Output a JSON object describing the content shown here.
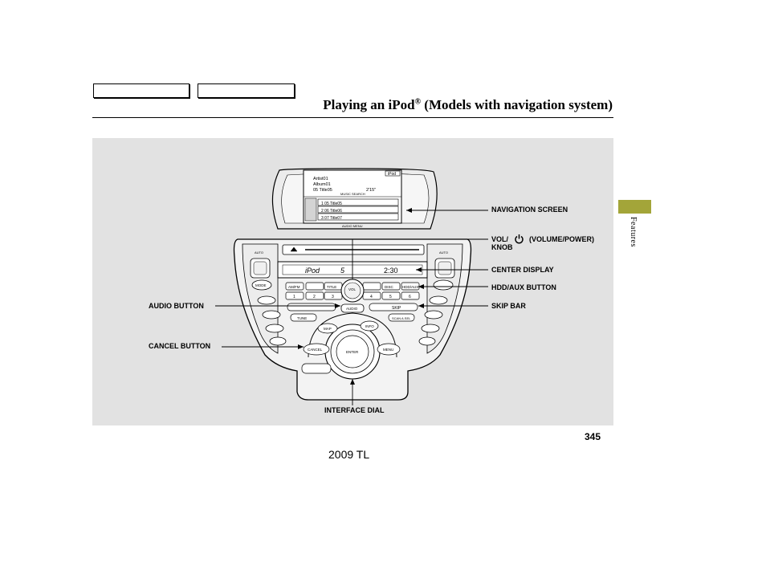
{
  "header": {
    "title_main": "Playing an iPod",
    "title_mark": "®",
    "title_suffix": " (Models with navigation system)"
  },
  "side_tab": {
    "label": "Features"
  },
  "callouts": {
    "navigation_screen": "NAVIGATION SCREEN",
    "vol_prefix": "VOL/",
    "vol_suffix": "(VOLUME/POWER)",
    "knob": "KNOB",
    "center_display": "CENTER DISPLAY",
    "hdd_aux": "HDD/AUX BUTTON",
    "skip_bar": "SKIP BAR",
    "audio_button": "AUDIO BUTTON",
    "cancel_button": "CANCEL BUTTON",
    "interface_dial": "INTERFACE DIAL"
  },
  "screen": {
    "badge": "iPod",
    "artist": "Artist01",
    "album": "Album01",
    "track": "05 Title05",
    "time": "2'15\"",
    "music_search": "MUSIC SEARCH",
    "list": [
      "1 05 Title05",
      "2 06 Title06",
      "3 07 Title07"
    ],
    "audio_menu": "AUDIO MENU"
  },
  "unit": {
    "display_mode": "iPod",
    "display_track": "5",
    "display_time": "2:30",
    "buttons": [
      "AM/FM",
      "TITLE",
      "DISC",
      "HDD/AUX"
    ],
    "presets": [
      "1",
      "2",
      "3",
      "4",
      "5",
      "6"
    ],
    "vol": "VOL",
    "audio": "AUDIO",
    "skip": "SKIP",
    "tune": "TUNE",
    "scan": "SCAN A.SEL",
    "map": "MAP",
    "info": "INFO",
    "enter": "ENTER",
    "menu": "MENU",
    "cancel": "CANCEL",
    "mode": "MODE",
    "driver_auto": "AUTO",
    "passenger_auto": "AUTO"
  },
  "page_number": "345",
  "footer": "2009  TL"
}
